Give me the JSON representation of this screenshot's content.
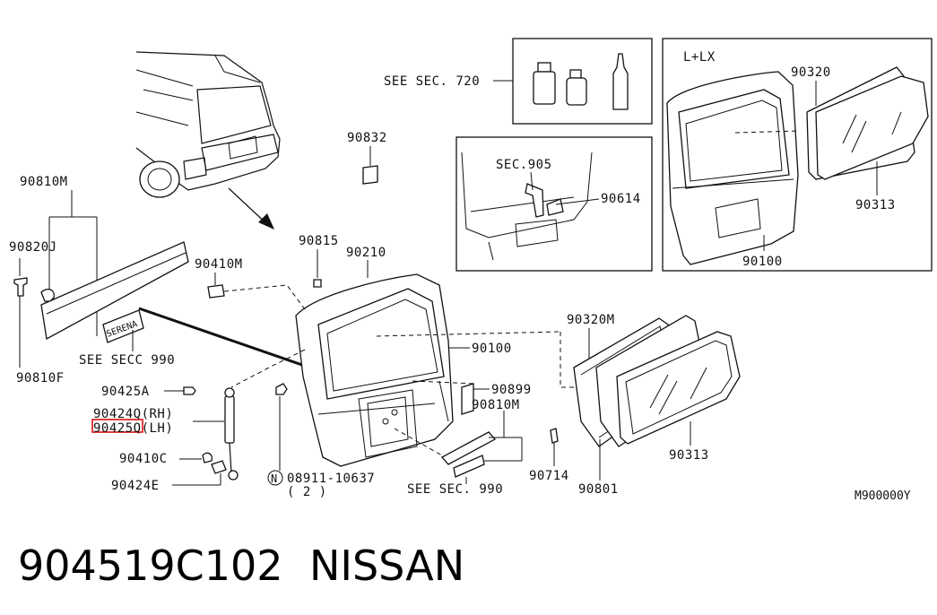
{
  "labels": {
    "p90810M_top": "90810M",
    "p90820J": "90820J",
    "p90810F": "90810F",
    "see_secc_990": "SEE SECC 990",
    "p90832": "90832",
    "see_sec_720": "SEE SEC. 720",
    "sec_905": "SEC.905",
    "p90614": "90614",
    "l_lx": "L+LX",
    "p90320": "90320",
    "p90313_top": "90313",
    "p90100_top": "90100",
    "p90815": "90815",
    "p90210": "90210",
    "p90410M": "90410M",
    "p90100_mid": "90100",
    "p90899": "90899",
    "p90810M_mid": "90810M",
    "p90425A": "90425A",
    "p90424Q": "90424Q(RH)",
    "p90425Q": "90425Q(LH)",
    "p90410C": "90410C",
    "p90424E": "90424E",
    "n_mark": "N",
    "p08911": "08911-10637",
    "qty_2": "( 2 )",
    "see_sec_990": "SEE SEC. 990",
    "p90320M": "90320M",
    "p90714": "90714",
    "p90801": "90801",
    "p90313_bottom": "90313",
    "diagram_code": "M900000Y"
  },
  "badge_text": "SERENA",
  "footer": {
    "part_number": "904519C102",
    "brand": "NISSAN"
  },
  "highlight_color": "#e01010"
}
